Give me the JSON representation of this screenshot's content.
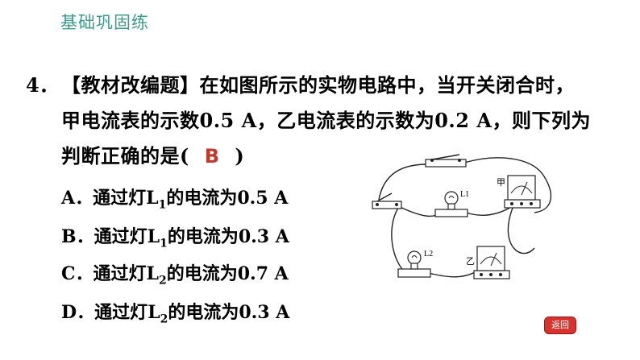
{
  "header": {
    "title": "基础巩固练"
  },
  "question": {
    "number": "4．",
    "line1": "【教材改编题】在如图所示的实物电路中，当开关闭合时，",
    "line2": "甲电流表的示数0.5 A，乙电流表的示数为0.2 A，则下列为",
    "line3_pre": "判断正确的是(",
    "answer": "B",
    "line3_post": ")"
  },
  "options": [
    {
      "letter": "A．",
      "pre": "通过灯L",
      "sub": "1",
      "post": "的电流为0.5 A"
    },
    {
      "letter": "B．",
      "pre": "通过灯L",
      "sub": "1",
      "post": "的电流为0.3 A"
    },
    {
      "letter": "C．",
      "pre": "通过灯L",
      "sub": "2",
      "post": "的电流为0.7 A"
    },
    {
      "letter": "D．",
      "pre": "通过灯L",
      "sub": "2",
      "post": "的电流为0.3 A"
    }
  ],
  "circuit": {
    "ammeter_a_label": "甲",
    "ammeter_b_label": "乙",
    "lamp1_label": "L1",
    "lamp2_label": "L2"
  },
  "nav": {
    "back_label": "返回"
  },
  "colors": {
    "header": "#3d9a8c",
    "answer": "#c0392b",
    "back_button": "#d9322c"
  }
}
